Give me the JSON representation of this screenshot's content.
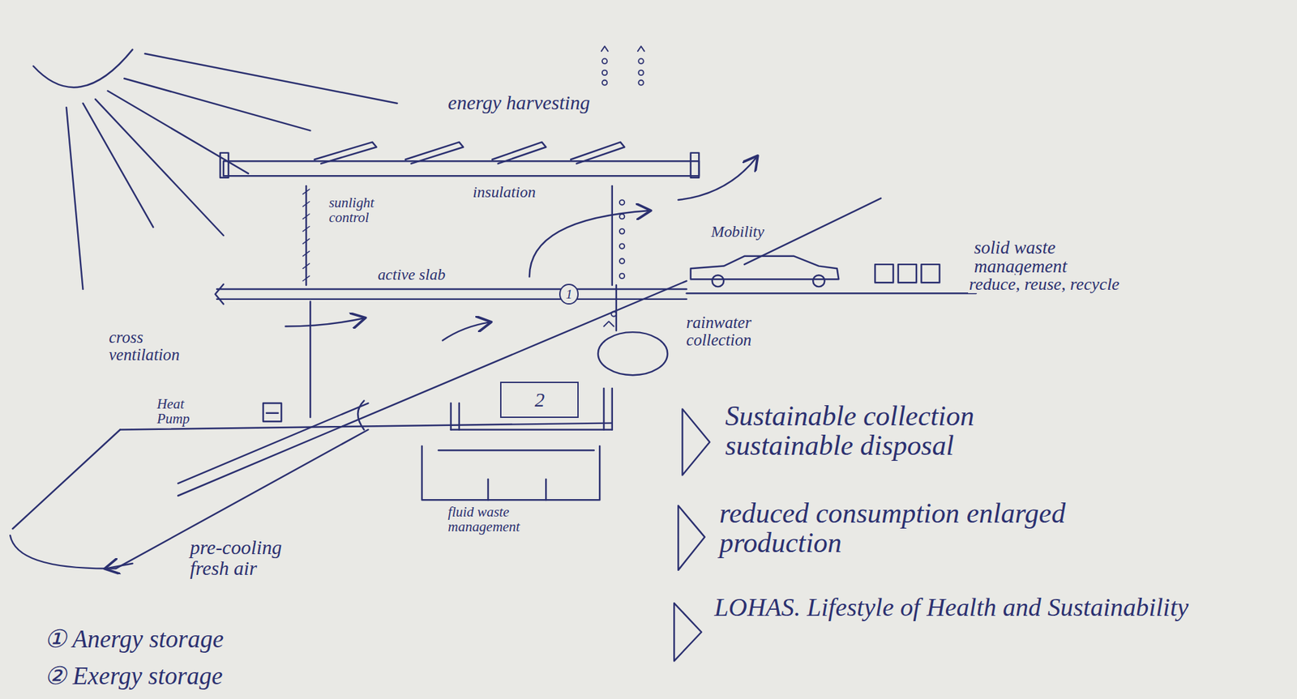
{
  "diagram": {
    "nodes": [
      {
        "text": [
          "1"
        ]
      },
      {
        "text": [
          "2"
        ]
      }
    ],
    "labels": [
      "energy harvesting",
      "sunlight control",
      "insulation",
      "active slab",
      "Mobility",
      "solid waste management",
      "reduce, reuse, recycle",
      "rainwater collection",
      "cross ventilation",
      "Heat Pump",
      "fluid waste management",
      "pre-cooling fresh air",
      "① Anergy storage",
      "② Exergy storage",
      "Sustainable collection sustainable disposal",
      "reduced consumption enlarged production",
      "LOHAS. Lifestyle of Health and Sustainability"
    ]
  }
}
